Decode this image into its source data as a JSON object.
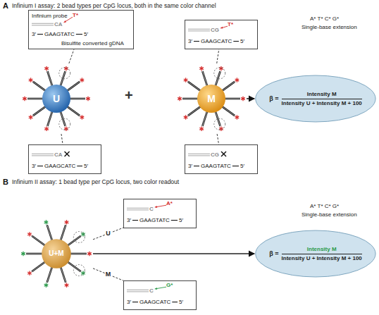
{
  "diagram": {
    "nodes": [
      {
        "text": [
          "Infinium probe",
          "CA",
          "T*",
          "3′",
          "GAAGTATC",
          "5′",
          "Bisulfite converted gDNA"
        ]
      },
      {
        "text": [
          "CG",
          "T*",
          "3′",
          "GAAGCATC",
          "5′"
        ]
      },
      {
        "text": [
          "U"
        ]
      },
      {
        "text": [
          "M"
        ]
      },
      {
        "text": [
          "β =",
          "Intensity M",
          "Intensity U + Intensity M + 100"
        ]
      },
      {
        "text": [
          "CA",
          "3′",
          "GAAGCATC",
          "5′"
        ]
      },
      {
        "text": [
          "CG",
          "3′",
          "GAAGTATC",
          "5′"
        ]
      },
      {
        "text": [
          "U+M"
        ]
      },
      {
        "text": [
          "C",
          "A*",
          "3′",
          "GAAGTATC",
          "5′"
        ]
      },
      {
        "text": [
          "β =",
          "Intensity M",
          "Intensity U + Intensity M + 100"
        ]
      },
      {
        "text": [
          "C",
          "G*",
          "3′",
          "GAAGCATC",
          "5′"
        ]
      }
    ],
    "edges": [
      {
        "from": 2,
        "to": 0,
        "arrow": "none"
      },
      {
        "from": 2,
        "to": 5,
        "arrow": "none"
      },
      {
        "from": 3,
        "to": 1,
        "arrow": "none"
      },
      {
        "from": 3,
        "to": 6,
        "arrow": "none"
      },
      {
        "from": 3,
        "to": 4,
        "arrow": "to"
      },
      {
        "from": 7,
        "to": 8,
        "label": "U",
        "arrow": "none"
      },
      {
        "from": 7,
        "to": 10,
        "label": "M",
        "arrow": "none"
      },
      {
        "from": 7,
        "to": 9,
        "arrow": "to"
      }
    ],
    "labels": [
      "A",
      "Infinium I assay: 2 bead types per CpG locus, both in the same color channel",
      "+",
      "A* T* C* G*",
      "Single-base extension",
      "B",
      "Infinium II assay: 1 bead type per CpG locus, two color readout",
      "A* T* C* G*",
      "Single-base extension"
    ]
  }
}
